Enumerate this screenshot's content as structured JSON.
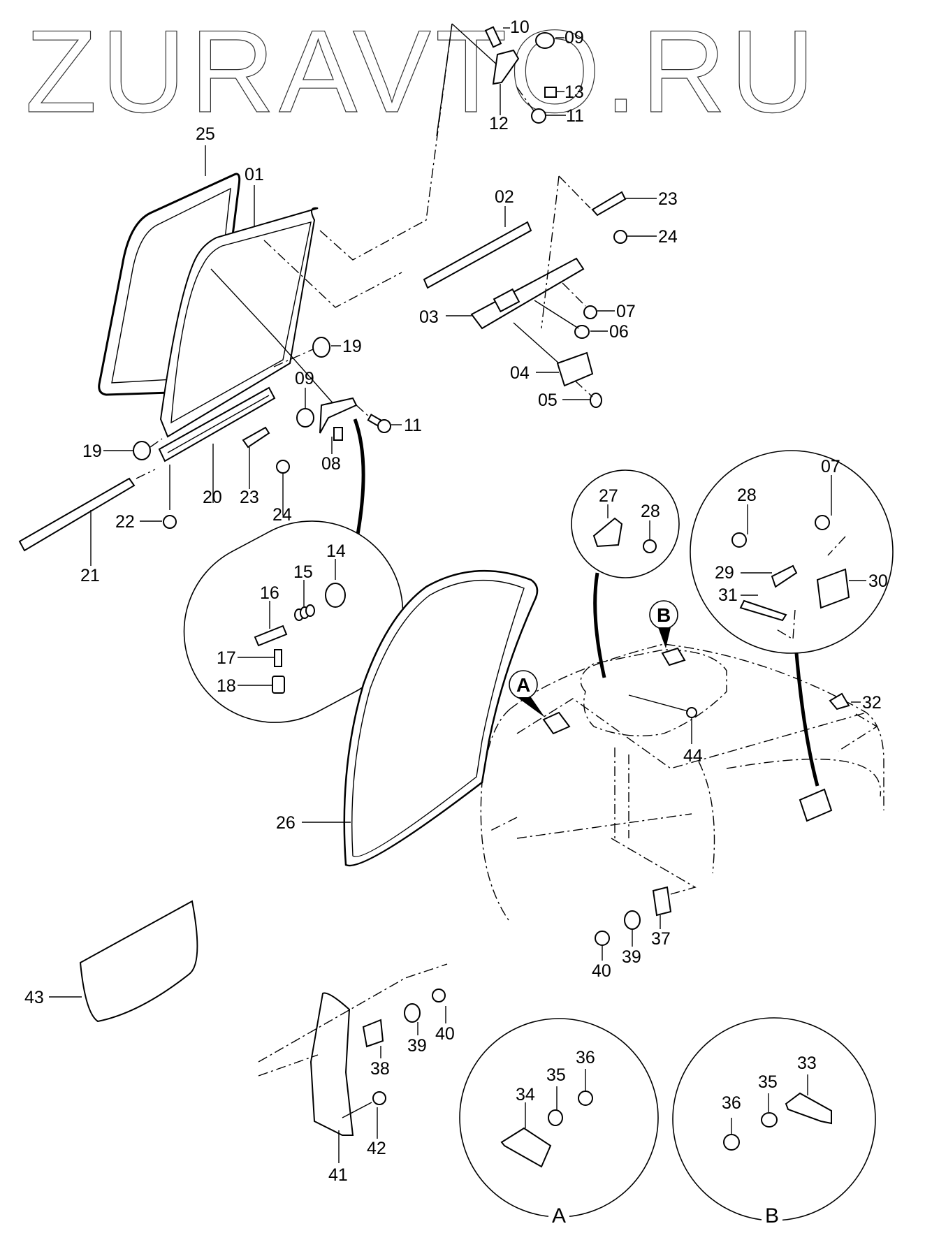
{
  "watermark": "ZURAVTO.RU",
  "corner_mark": "",
  "detail_views": {
    "A": {
      "label": "A"
    },
    "B": {
      "label": "B"
    }
  },
  "callout_markers": [
    "A",
    "B"
  ],
  "parts": {
    "p01": "01",
    "p02": "02",
    "p03": "03",
    "p04": "04",
    "p05": "05",
    "p06": "06",
    "p07": "07",
    "p07b": "07",
    "p08": "08",
    "p09": "09",
    "p09b": "09",
    "p10": "10",
    "p11": "11",
    "p11b": "11",
    "p12": "12",
    "p13": "13",
    "p14": "14",
    "p15": "15",
    "p16": "16",
    "p17": "17",
    "p18": "18",
    "p19": "19",
    "p19b": "19",
    "p20": "20",
    "p21": "21",
    "p22": "22",
    "p23": "23",
    "p23b": "23",
    "p24": "24",
    "p24b": "24",
    "p25": "25",
    "p26": "26",
    "p27": "27",
    "p28": "28",
    "p28b": "28",
    "p29": "29",
    "p30": "30",
    "p31": "31",
    "p32": "32",
    "p33": "33",
    "p34": "34",
    "p35": "35",
    "p35b": "35",
    "p36": "36",
    "p36b": "36",
    "p37": "37",
    "p38": "38",
    "p39": "39",
    "p39b": "39",
    "p40": "40",
    "p40b": "40",
    "p41": "41",
    "p42": "42",
    "p43": "43",
    "p44": "44"
  }
}
